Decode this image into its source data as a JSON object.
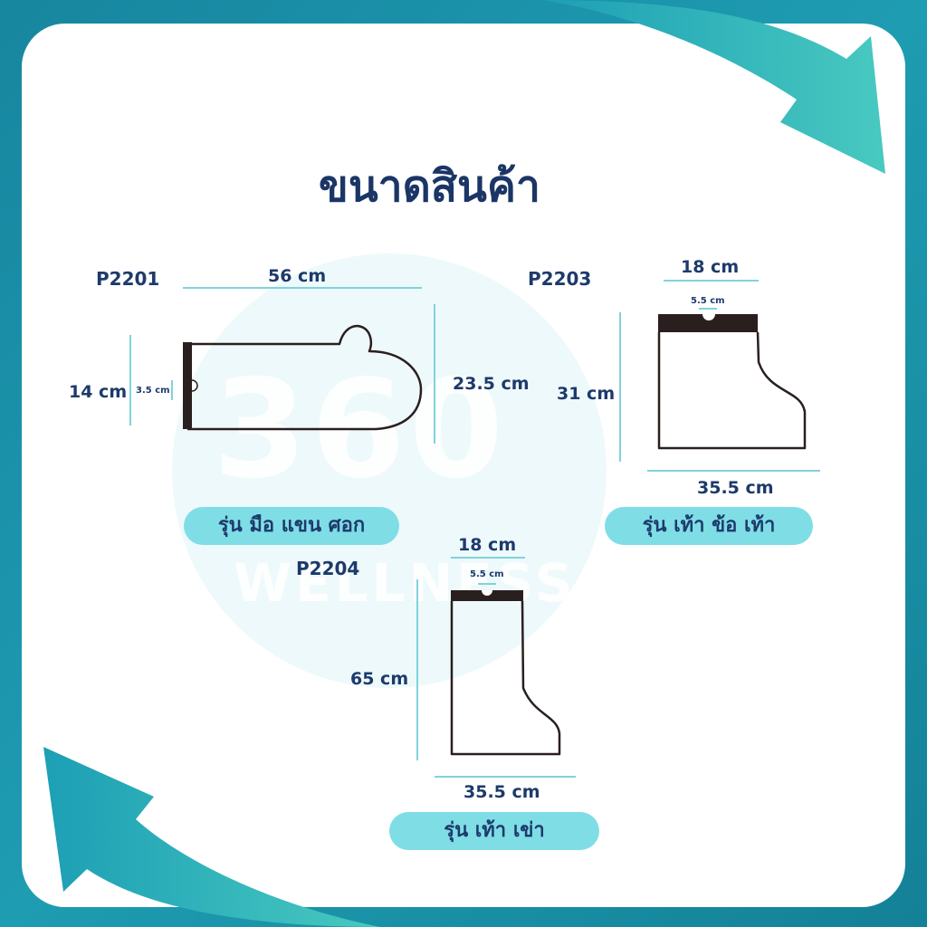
{
  "title": "ขนาดสินค้า",
  "watermark": {
    "number": "360",
    "word": "WELLNESS"
  },
  "colors": {
    "accent": "#7fdde6",
    "frame": "#1a8fa6",
    "arrow": "#2ec0c8",
    "ink": "#1d3a6b",
    "dim_line": "#7fd3dc",
    "outline": "#2a1f1f"
  },
  "products": [
    {
      "code": "P2201",
      "label": "รุ่น มือ แขน ศอก",
      "dims": {
        "width": "56 cm",
        "height": "23.5 cm",
        "opening": "14 cm",
        "opening_inner": "3.5 cm"
      }
    },
    {
      "code": "P2203",
      "label": "รุ่น เท้า ข้อ เท้า",
      "dims": {
        "top": "18 cm",
        "hole": "5.5 cm",
        "height": "31 cm",
        "bottom": "35.5 cm"
      }
    },
    {
      "code": "P2204",
      "label": "รุ่น เท้า เข่า",
      "dims": {
        "top": "18 cm",
        "hole": "5.5 cm",
        "height": "65 cm",
        "bottom": "35.5 cm"
      }
    }
  ]
}
